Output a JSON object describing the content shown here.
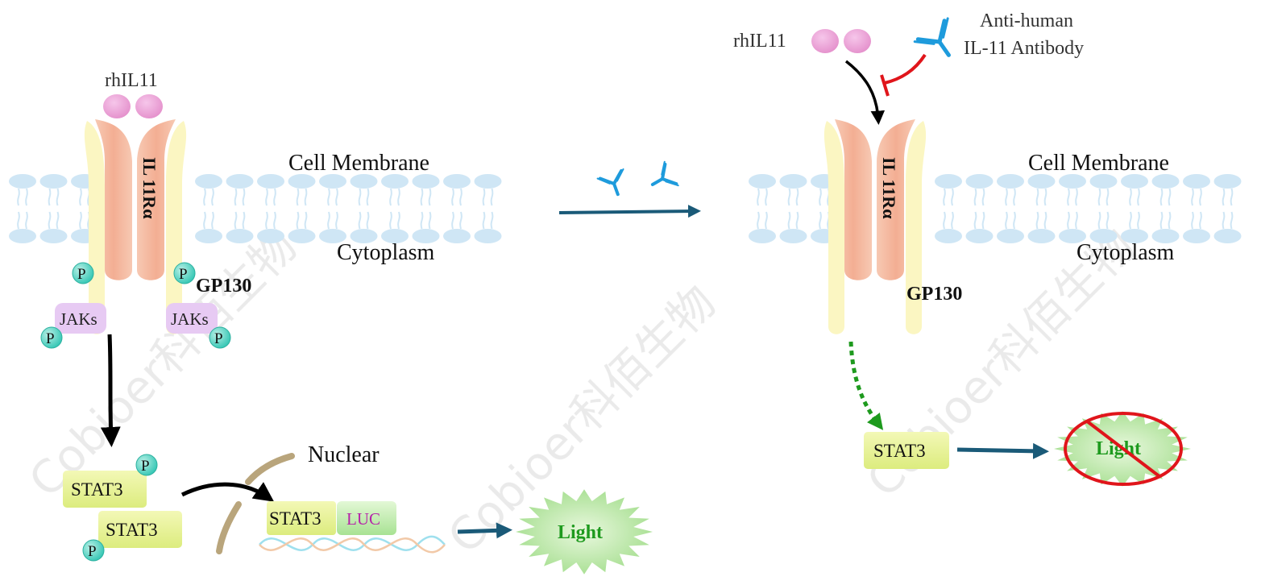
{
  "watermark": {
    "text": "Cobioer科佰生物"
  },
  "left_panel": {
    "ligand_label": "rhIL11",
    "membrane_label": "Cell Membrane",
    "cytoplasm_label": "Cytoplasm",
    "receptor_label": "IL 11Rα",
    "gp130_label": "GP130",
    "jak_label": "JAKs",
    "phospho_label": "P",
    "stat3_label": "STAT3",
    "nuclear_label": "Nuclear",
    "luc_label": "LUC",
    "light_label": "Light"
  },
  "right_panel": {
    "ligand_label": "rhIL11",
    "antibody_label_line1": "Anti-human",
    "antibody_label_line2": "IL-11 Antibody",
    "membrane_label": "Cell Membrane",
    "cytoplasm_label": "Cytoplasm",
    "receptor_label": "IL 11Rα",
    "gp130_label": "GP130",
    "stat3_label": "STAT3",
    "light_label": "Light"
  },
  "colors": {
    "membrane": "#cfe6f5",
    "receptor": "#f4b49a",
    "gp130": "#fbf5c0",
    "ligand": "#ec9fd6",
    "jak": "#e6c8f2",
    "phospho": "#5fd6c3",
    "stat3": "#e9f39a",
    "luc": "#c7f0b4",
    "light_fill": "#b8e8a4",
    "light_text": "#1e9a1e",
    "antibody": "#1e9bdc",
    "arrow_blue": "#1a5a78",
    "inhibit_red": "#e0151b",
    "dotted_green": "#1e9a1e",
    "nuclear_membrane": "#b9a57c"
  }
}
